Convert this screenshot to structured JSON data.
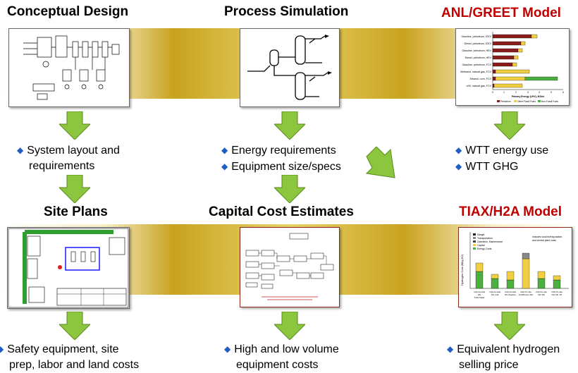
{
  "columns": {
    "conceptual": {
      "title": "Conceptual Design",
      "bullets": [
        "System layout and",
        "requirements"
      ]
    },
    "simulation": {
      "title": "Process Simulation",
      "bullets": [
        "Energy requirements",
        "Equipment size/specs"
      ]
    },
    "greet": {
      "title": "ANL/GREET Model",
      "bullets": [
        "WTT energy use",
        "WTT GHG"
      ],
      "chart": {
        "categories": [
          "Gasoline, petroleum, ICEV",
          "Diesel, petroleum, ICEV",
          "Gasoline, petroleum, HEV",
          "Diesel, petroleum, HEV",
          "Gasoline, petroleum, FCV",
          "Methanol, natural gas, FCV",
          "Ethanol, corn, FCV",
          "cH2, natural gas, FCV"
        ],
        "xlabel": "Primary Energy (LHV), MJ/mi",
        "legend": [
          "Petroleum",
          "Other Fossil Fuels",
          "Non-Fossil Fuels"
        ],
        "ticks": [
          "0",
          "1",
          "2",
          "3",
          "4",
          "5",
          "6"
        ]
      }
    },
    "site": {
      "title": "Site Plans",
      "bullets": [
        "Safety equipment, site",
        "prep, labor and land costs"
      ]
    },
    "capital": {
      "title": "Capital Cost Estimates",
      "bullets": [
        "High and low volume",
        "equipment costs"
      ]
    },
    "h2a": {
      "title": "TIAX/H2A Model",
      "bullets": [
        "Equivalent hydrogen",
        "selling price"
      ],
      "chart": {
        "legend": [
          "Margin",
          "Transportation",
          "Operation, Maintenance",
          "Capital",
          "Energy Costs"
        ],
        "note": "Includes local fueling station and central plant costs",
        "ylabel": "Hydrogen Cost ($/kg H2)",
        "ticks": [
          "0",
          "10",
          "20",
          "30",
          "40",
          "50",
          "60"
        ],
        "categories": [
          "cH2 Central NG TubeTrailer",
          "cH2 Central NG LH2",
          "cH2 Central NG Pipeline",
          "cH2 On-site Grid/Power Mix",
          "cH2 On-site NG SR",
          "cH2 On-site NG SR, 5X"
        ]
      }
    }
  }
}
